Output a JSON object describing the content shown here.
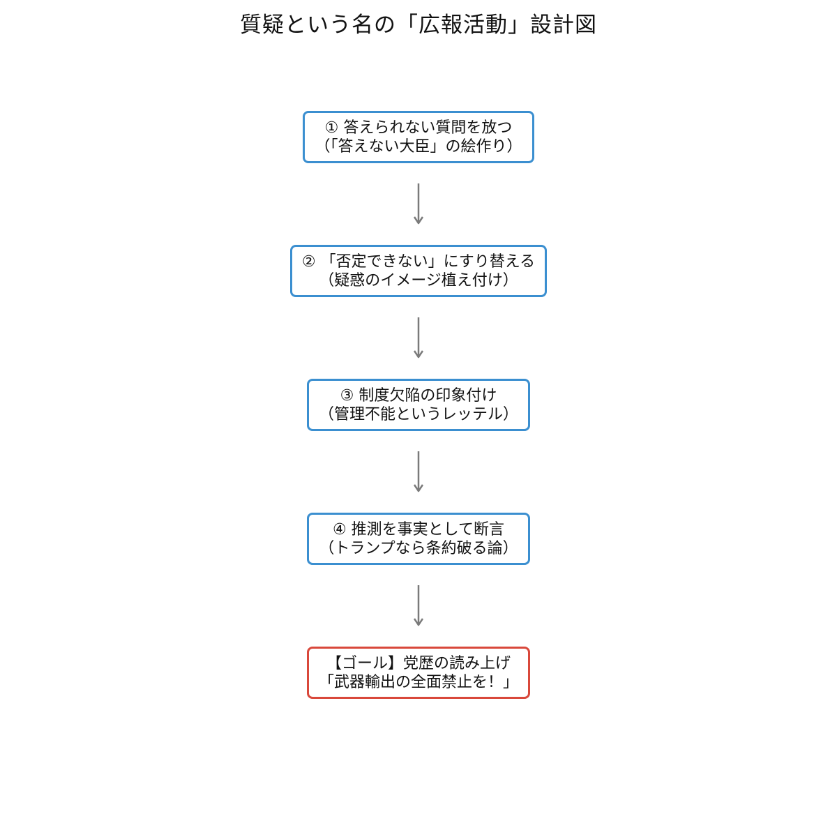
{
  "title": "質疑という名の「広報活動」設計図",
  "nodes": [
    {
      "line1": "① 答えられない質問を放つ",
      "line2": "（「答えない大臣」の絵作り）",
      "kind": "step"
    },
    {
      "line1": "② 「否定できない」にすり替える",
      "line2": "（疑惑のイメージ植え付け）",
      "kind": "step"
    },
    {
      "line1": "③ 制度欠陥の印象付け",
      "line2": "（管理不能というレッテル）",
      "kind": "step"
    },
    {
      "line1": "④ 推測を事実として断言",
      "line2": "（トランプなら条約破る論）",
      "kind": "step"
    },
    {
      "line1": "【ゴール】党歴の読み上げ",
      "line2": "「武器輸出の全面禁止を！」",
      "kind": "goal"
    }
  ],
  "colors": {
    "step_border": "#3b8fd0",
    "goal_border": "#d9483b",
    "arrow": "#7a7a7a",
    "text": "#111111",
    "background": "#ffffff"
  }
}
